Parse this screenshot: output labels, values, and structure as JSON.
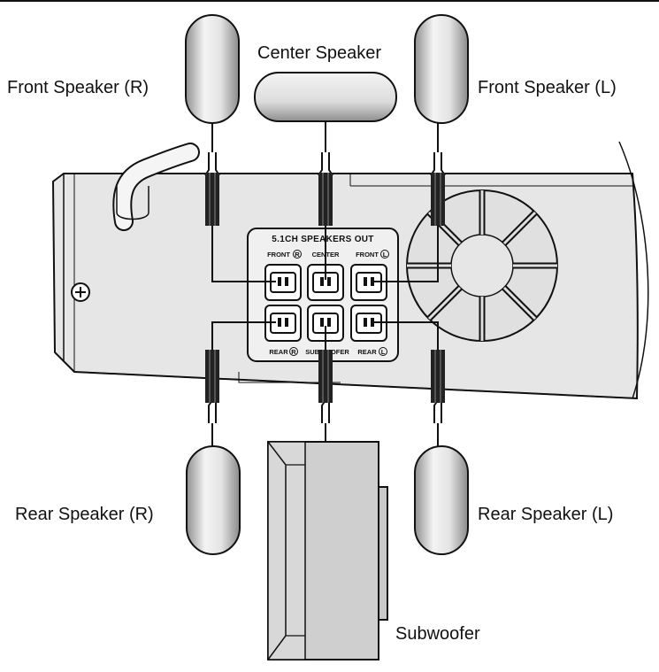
{
  "labels": {
    "front_r": "Front Speaker (R)",
    "center": "Center Speaker",
    "front_l": "Front Speaker (L)",
    "rear_r": "Rear Speaker (R)",
    "rear_l": "Rear Speaker (L)",
    "subwoofer": "Subwoofer"
  },
  "panel": {
    "title": "5.1CH SPEAKERS OUT",
    "front_r": "FRONT",
    "center": "CENTER",
    "front_l": "FRONT",
    "rear_r": "REAR",
    "subwoofer": "SUBWOOFER",
    "rear_l": "REAR",
    "badge_r": "R",
    "badge_l": "L"
  },
  "colors": {
    "line": "#111111",
    "speaker_light": "#efefef",
    "speaker_dark": "#9a9a9a",
    "unit": "#dedede"
  }
}
